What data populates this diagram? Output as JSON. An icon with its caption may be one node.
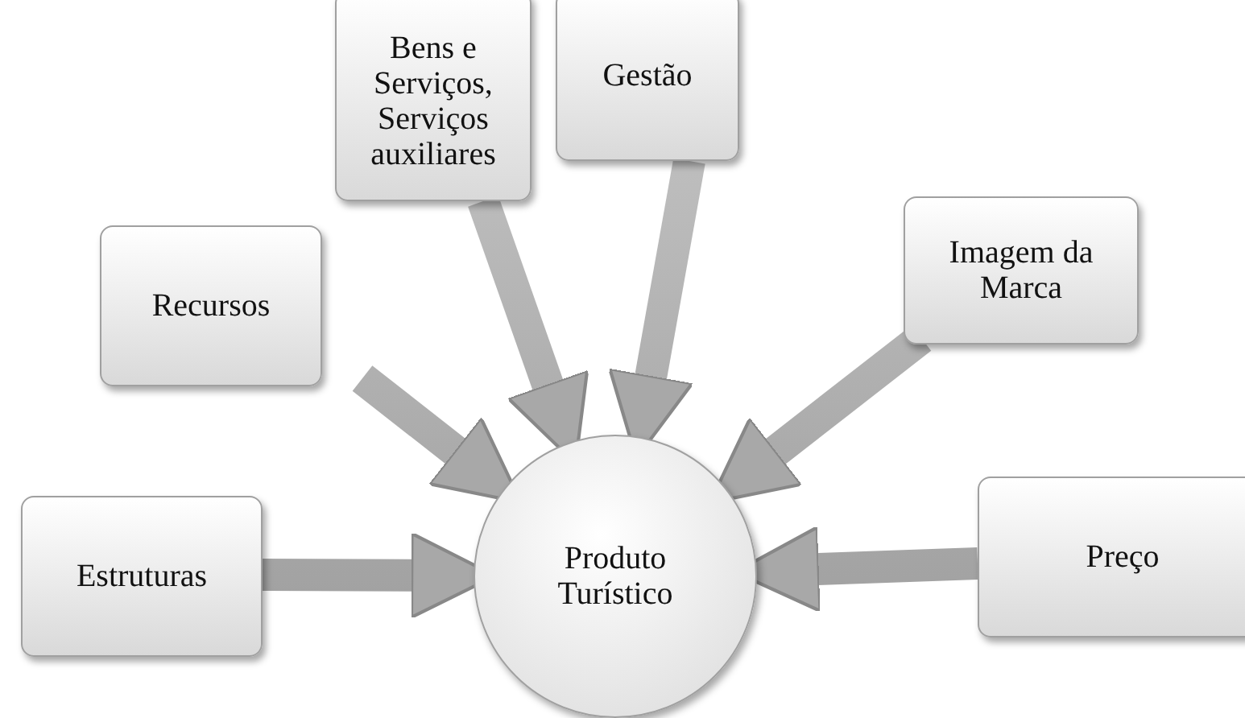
{
  "diagram": {
    "nodes": [
      {
        "text": [
          "Produto Turístico"
        ]
      },
      {
        "text": [
          "Bens e Serviços, Serviços auxiliares"
        ]
      },
      {
        "text": [
          "Gestão"
        ]
      },
      {
        "text": [
          "Recursos"
        ]
      },
      {
        "text": [
          "Imagem da Marca"
        ]
      },
      {
        "text": [
          "Estruturas"
        ]
      },
      {
        "text": [
          "Preço"
        ]
      }
    ],
    "edges": [
      {
        "from": 1,
        "to": 0,
        "arrow": "to"
      },
      {
        "from": 2,
        "to": 0,
        "arrow": "to"
      },
      {
        "from": 3,
        "to": 0,
        "arrow": "to"
      },
      {
        "from": 4,
        "to": 0,
        "arrow": "to"
      },
      {
        "from": 5,
        "to": 0,
        "arrow": "to"
      },
      {
        "from": 6,
        "to": 0,
        "arrow": "to"
      }
    ]
  }
}
